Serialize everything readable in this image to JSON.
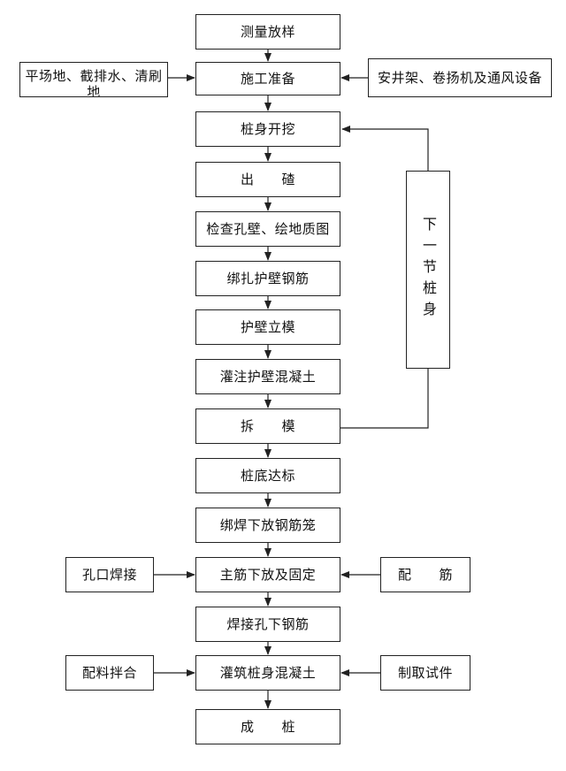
{
  "main_steps": [
    "测量放样",
    "施工准备",
    "桩身开挖",
    "出　　碴",
    "检查孔壁、绘地质图",
    "绑扎护壁钢筋",
    "护壁立模",
    "灌注护壁混凝土",
    "拆　　模",
    "桩底达标",
    "绑焊下放钢筋笼",
    "主筋下放及固定",
    "焊接孔下钢筋",
    "灌筑桩身混凝土",
    "成　　桩"
  ],
  "side_inputs": {
    "site_prep": "平场地、截排水、清刷地",
    "equipment": "安井架、卷扬机及通风设备",
    "orifice_welding": "孔口焊接",
    "rebar_prep": "配　　筋",
    "mix_prep": "配料拌合",
    "test_specimens": "制取试件"
  },
  "loop_label": "下一节桩身"
}
